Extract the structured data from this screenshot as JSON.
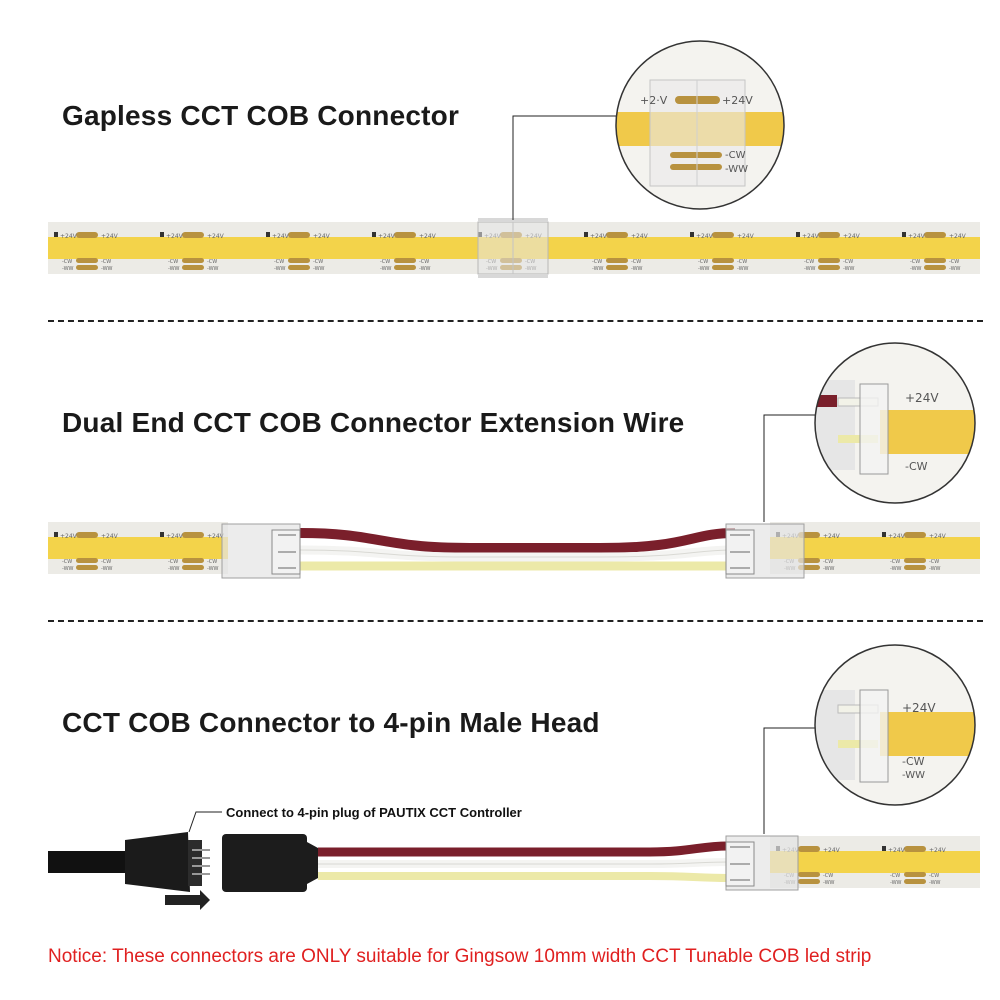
{
  "sections": [
    {
      "title": "Gapless CCT COB Connector"
    },
    {
      "title": "Dual End CCT COB Connector Extension Wire"
    },
    {
      "title": "CCT COB Connector to 4-pin Male Head"
    }
  ],
  "callout": {
    "text": "Connect to 4-pin plug of PAUTIX CCT Controller"
  },
  "notice": {
    "text": "Notice: These connectors are ONLY suitable for Gingsow 10mm width CCT Tunable COB led strip"
  },
  "strip_labels": {
    "plus": "+24V",
    "cw": "-CW",
    "ww": "-WW"
  },
  "magnifier_labels": {
    "top": "+24V",
    "top_left": "+2·V",
    "mid": "-CW",
    "bottom": "-WW"
  },
  "colors": {
    "strip_base": "#ecebe6",
    "phosphor": "#f3d34a",
    "pad": "#b8923f",
    "wire_red": "#7a1f2b",
    "wire_white": "#f4f4f2",
    "wire_yellow": "#ece9a8",
    "notice": "#e02020"
  }
}
